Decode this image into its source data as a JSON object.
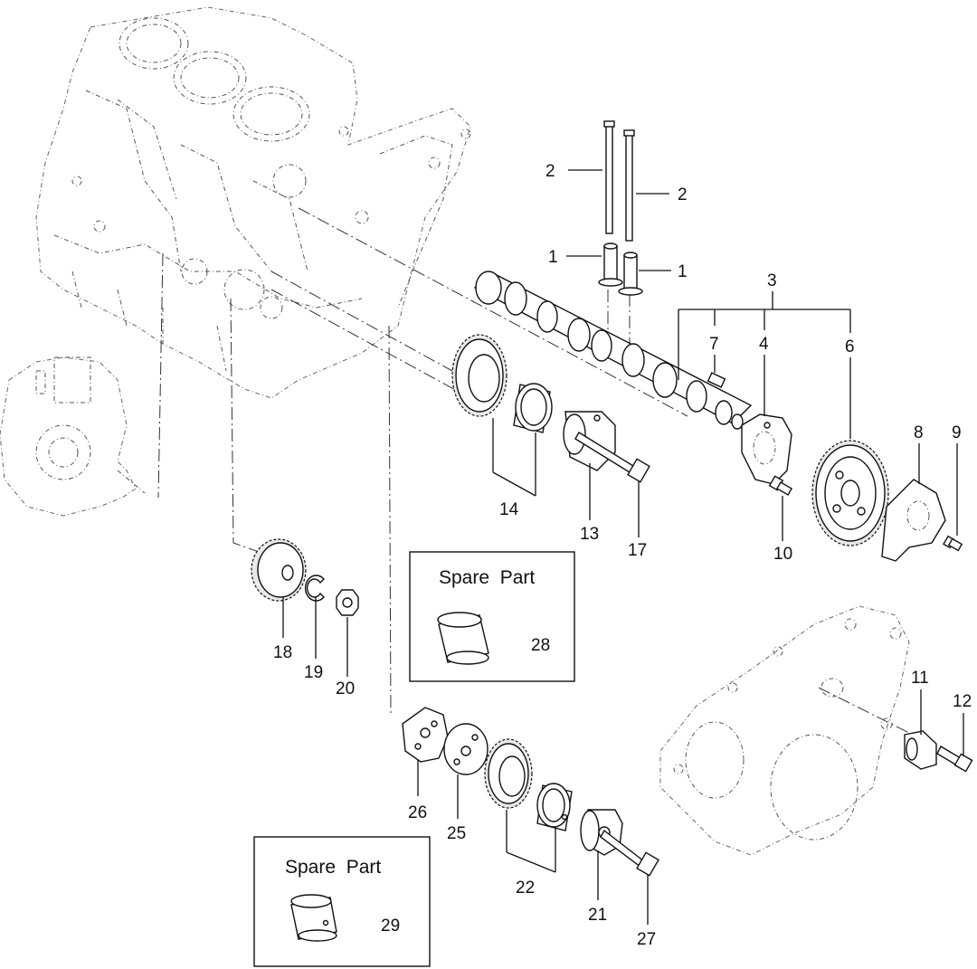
{
  "callouts": {
    "c1a": "1",
    "c1b": "1",
    "c2a": "2",
    "c2b": "2",
    "c3": "3",
    "c4": "4",
    "c6": "6",
    "c7": "7",
    "c8": "8",
    "c9": "9",
    "c10": "10",
    "c11": "11",
    "c12": "12",
    "c13": "13",
    "c14": "14",
    "c17": "17",
    "c18": "18",
    "c19": "19",
    "c20": "20",
    "c21": "21",
    "c22": "22",
    "c25": "25",
    "c26": "26",
    "c27": "27",
    "c28": "28",
    "c29": "29"
  },
  "spare_boxes": {
    "box1_title": "Spare  Part",
    "box2_title": "Spare  Part"
  }
}
